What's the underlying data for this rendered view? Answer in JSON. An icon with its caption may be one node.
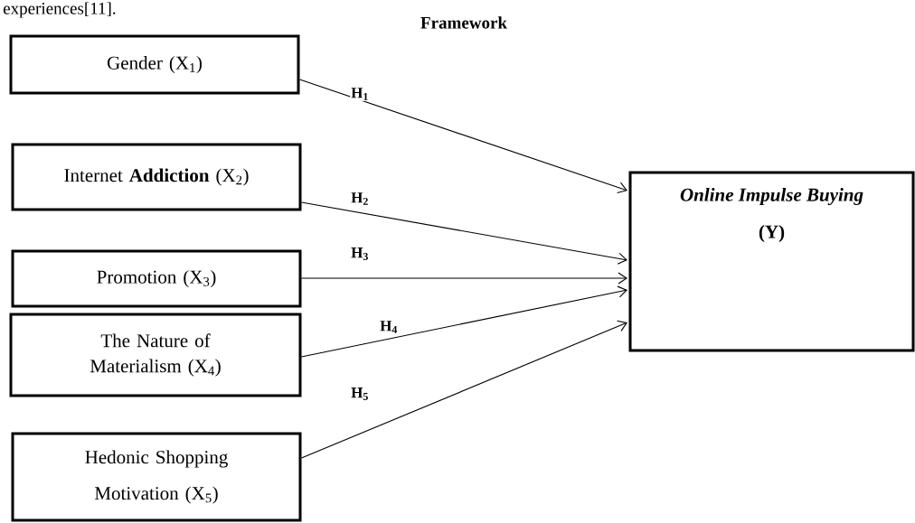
{
  "diagram": {
    "title": "Framework",
    "nodes": [
      {
        "text": [
          "Gender (X$_{1}$)"
        ]
      },
      {
        "text": [
          "Internet **Addiction** (X$_{2}$)"
        ]
      },
      {
        "text": [
          "Promotion (X$_{3}$)"
        ]
      },
      {
        "text": [
          "The Nature of Materialism (X$_{4}$)"
        ]
      },
      {
        "text": [
          "Hedonic Shopping Motivation (X$_{5}$)"
        ]
      },
      {
        "text": [
          "Online Impulse Buying",
          "(Y)"
        ]
      }
    ],
    "edges": [
      {
        "from": 0,
        "to": 5,
        "arrow": "to",
        "label": "H$_{1}$"
      },
      {
        "from": 1,
        "to": 5,
        "arrow": "to",
        "label": "H$_{2}$"
      },
      {
        "from": 2,
        "to": 5,
        "arrow": "to",
        "label": "H$_{3}$"
      },
      {
        "from": 3,
        "to": 5,
        "arrow": "to",
        "label": "H$_{4}$"
      },
      {
        "from": 4,
        "to": 5,
        "arrow": "to",
        "label": "H$_{5}$"
      }
    ],
    "labels": [
      "experiences[11]."
    ]
  }
}
